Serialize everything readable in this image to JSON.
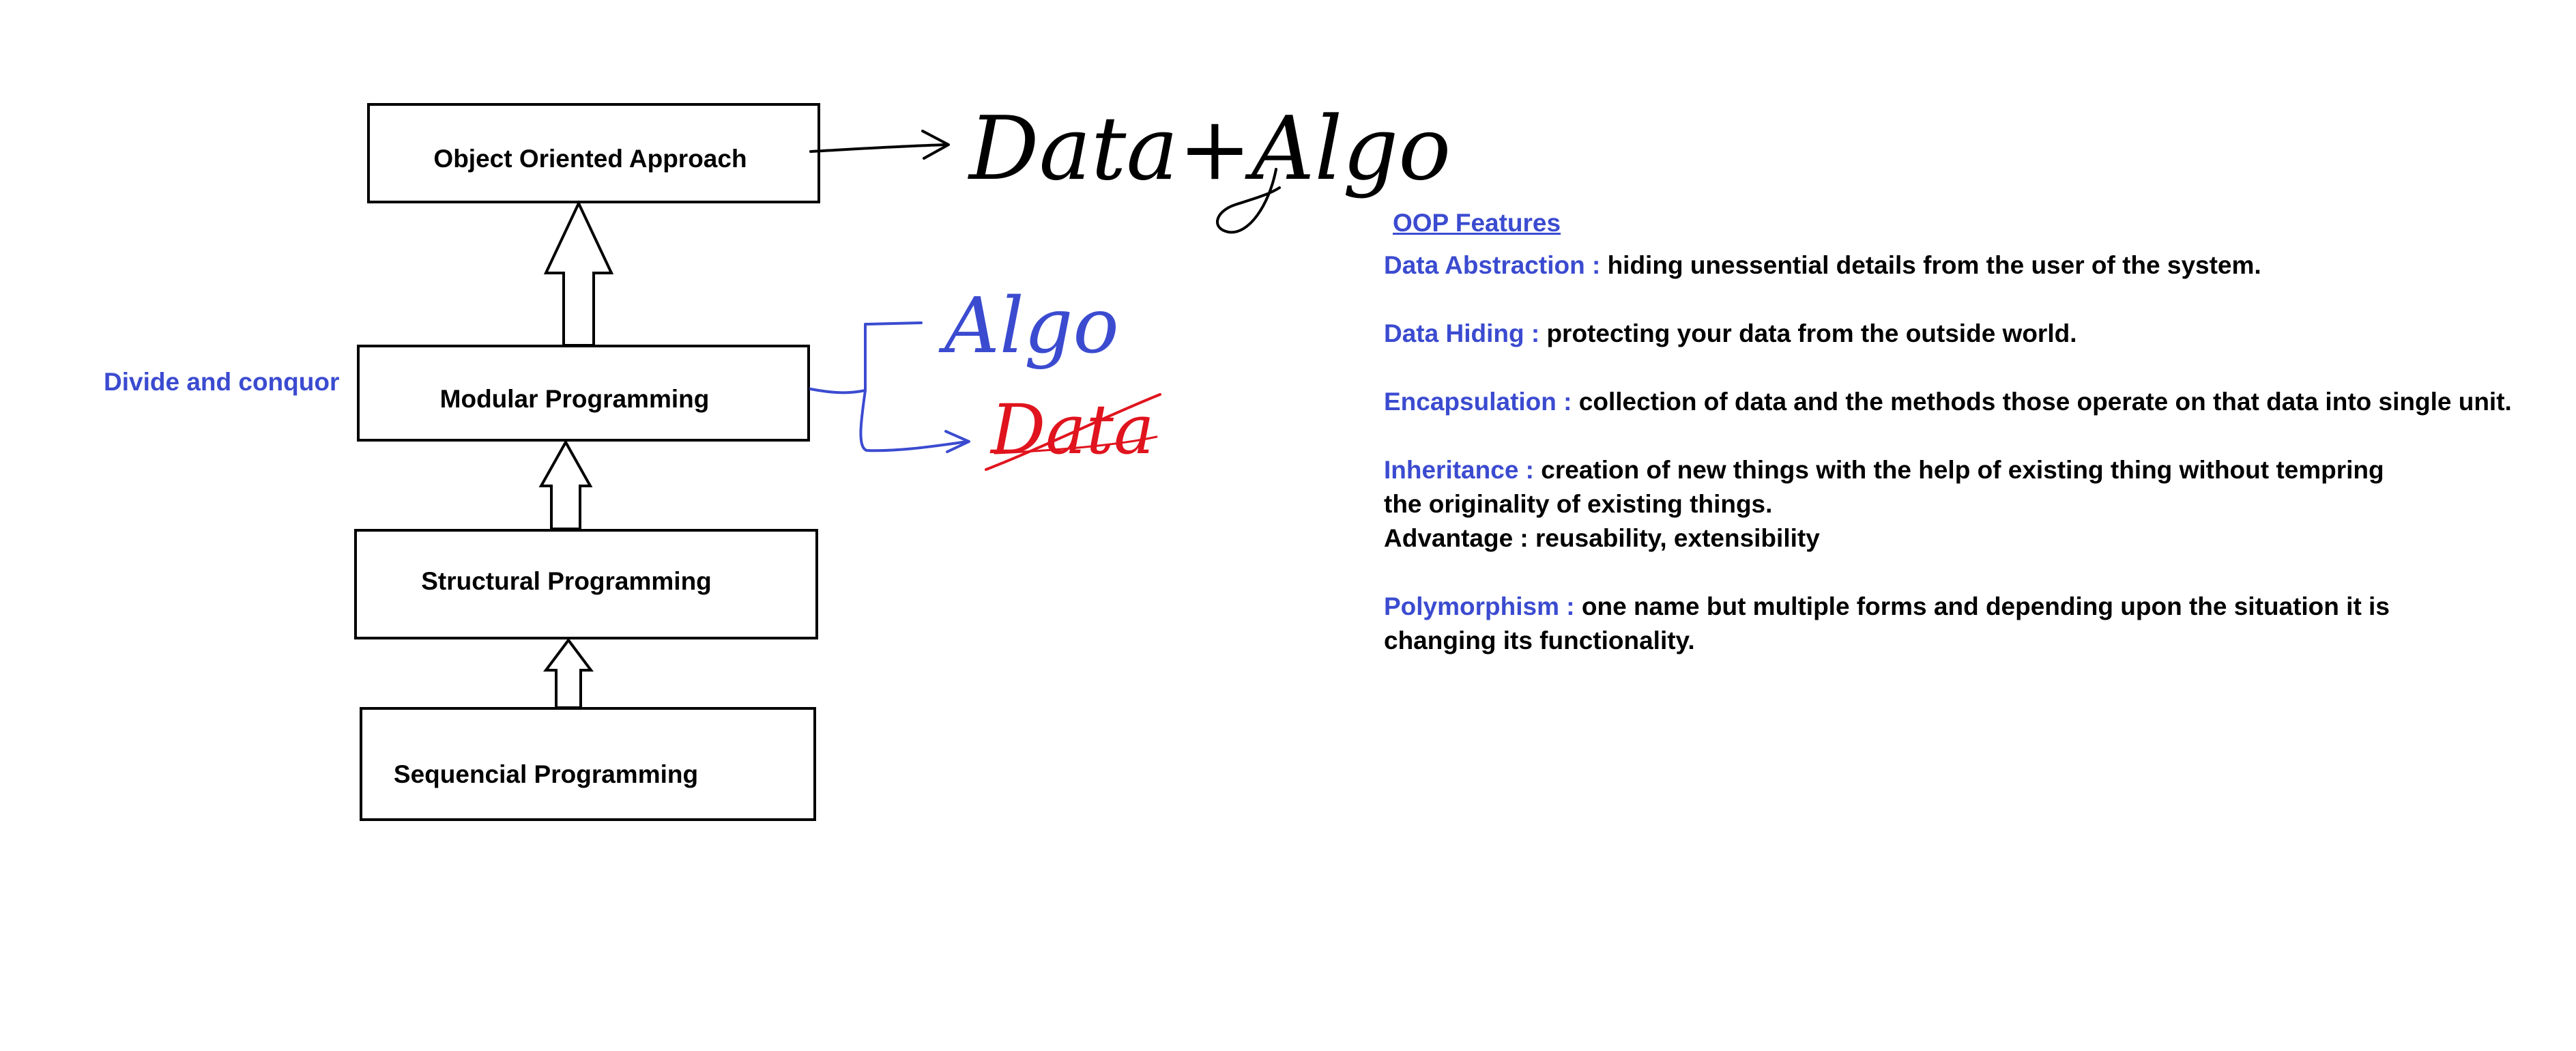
{
  "diagram": {
    "boxes": {
      "oop": "Object Oriented Approach",
      "modular": "Modular Programming",
      "structural": "Structural Programming",
      "sequencial": "Sequencial Programming"
    },
    "side_note": "Divide and conquor",
    "handwriting": {
      "data_plus_algo": "Data+Algo",
      "algo": "Algo",
      "data_crossed": "Data"
    }
  },
  "features": {
    "title": "OOP Features",
    "items": [
      {
        "term": "Data Abstraction :",
        "description": " hiding unessential details from the user of the system."
      },
      {
        "term": "Data Hiding :",
        "description": " protecting your data from the outside world."
      },
      {
        "term": "Encapsulation :",
        "description": " collection of data and the methods those operate on that data into single unit."
      },
      {
        "term": "Inheritance :",
        "description": " creation of new things with the help of existing thing without tempring the originality of existing things.",
        "extra": "Advantage : reusability, extensibility"
      },
      {
        "term": "Polymorphism :",
        "description": " one name but multiple forms and depending upon the situation it is changing its functionality."
      }
    ]
  },
  "colors": {
    "accent_blue": "#3b4bd0",
    "ink_red": "#e0141e",
    "ink_black": "#000000"
  }
}
